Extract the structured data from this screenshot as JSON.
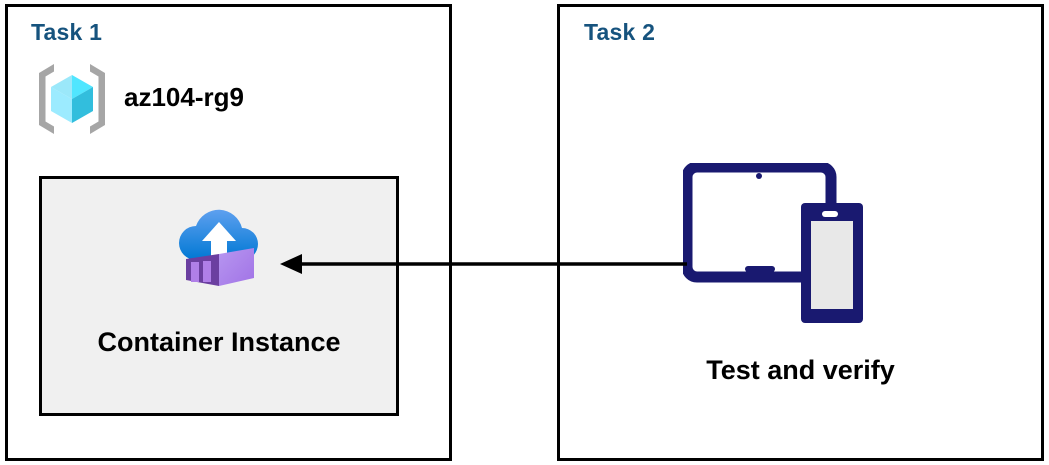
{
  "diagram": {
    "title_color": "#16537E",
    "background": "#ffffff",
    "panels": [
      {
        "id": "task1",
        "title": "Task 1",
        "resource_group": {
          "icon": "azure-resource-group-icon",
          "name": "az104-rg9"
        },
        "resource": {
          "icon": "azure-container-instance-icon",
          "label": "Container Instance",
          "card_fill": "#F0F0F0",
          "card_border": "#000000"
        }
      },
      {
        "id": "task2",
        "title": "Task 2",
        "resource": {
          "icon": "devices-tablet-phone-icon",
          "label": "Test and verify",
          "icon_color": "#1A1A6E"
        }
      }
    ],
    "connector": {
      "name": "flow-arrow",
      "direction": "left",
      "color": "#000000",
      "from": "Test and verify",
      "to": "Container Instance"
    }
  }
}
